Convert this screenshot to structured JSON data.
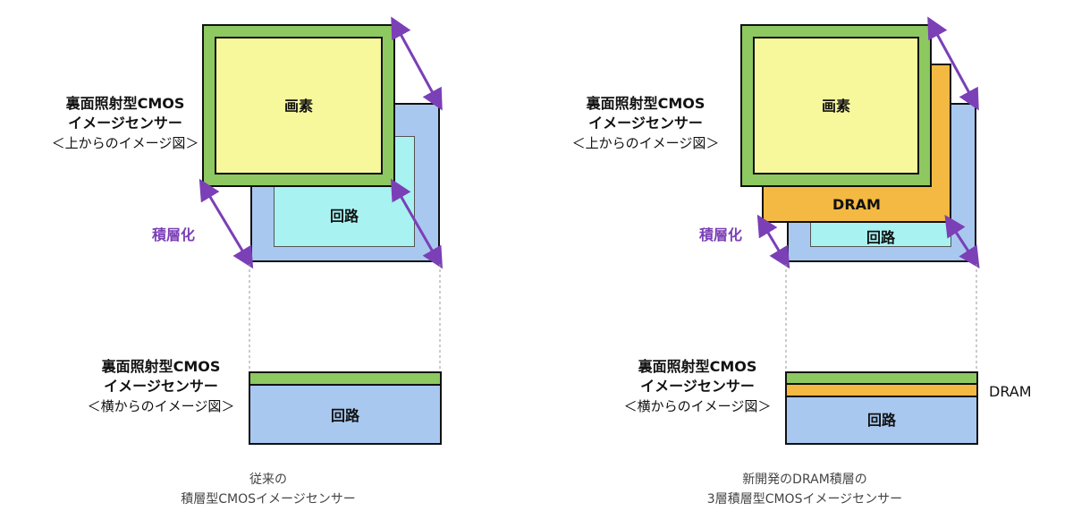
{
  "colors": {
    "pixel_fill": "#f7f79c",
    "pixel_border": "#8dc860",
    "circuit_back": "#a8c8f0",
    "circuit_inner": "#a8f2f2",
    "dram_fill": "#f3b943",
    "arrow": "#7b3fb6"
  },
  "left": {
    "top_label_line1": "裏面照射型CMOS",
    "top_label_line2": "イメージセンサー",
    "top_label_line3": "＜上からのイメージ図＞",
    "pixel": "画素",
    "circuit": "回路",
    "stack": "積層化",
    "side_label_line1": "裏面照射型CMOS",
    "side_label_line2": "イメージセンサー",
    "side_label_line3": "＜横からのイメージ図＞",
    "side_circuit": "回路",
    "caption_line1": "従来の",
    "caption_line2": "積層型CMOSイメージセンサー"
  },
  "right": {
    "top_label_line1": "裏面照射型CMOS",
    "top_label_line2": "イメージセンサー",
    "top_label_line3": "＜上からのイメージ図＞",
    "pixel": "画素",
    "dram": "DRAM",
    "circuit": "回路",
    "stack": "積層化",
    "side_label_line1": "裏面照射型CMOS",
    "side_label_line2": "イメージセンサー",
    "side_label_line3": "＜横からのイメージ図＞",
    "side_dram": "DRAM",
    "side_circuit": "回路",
    "caption_line1": "新開発のDRAM積層の",
    "caption_line2": "3層積層型CMOSイメージセンサー"
  }
}
